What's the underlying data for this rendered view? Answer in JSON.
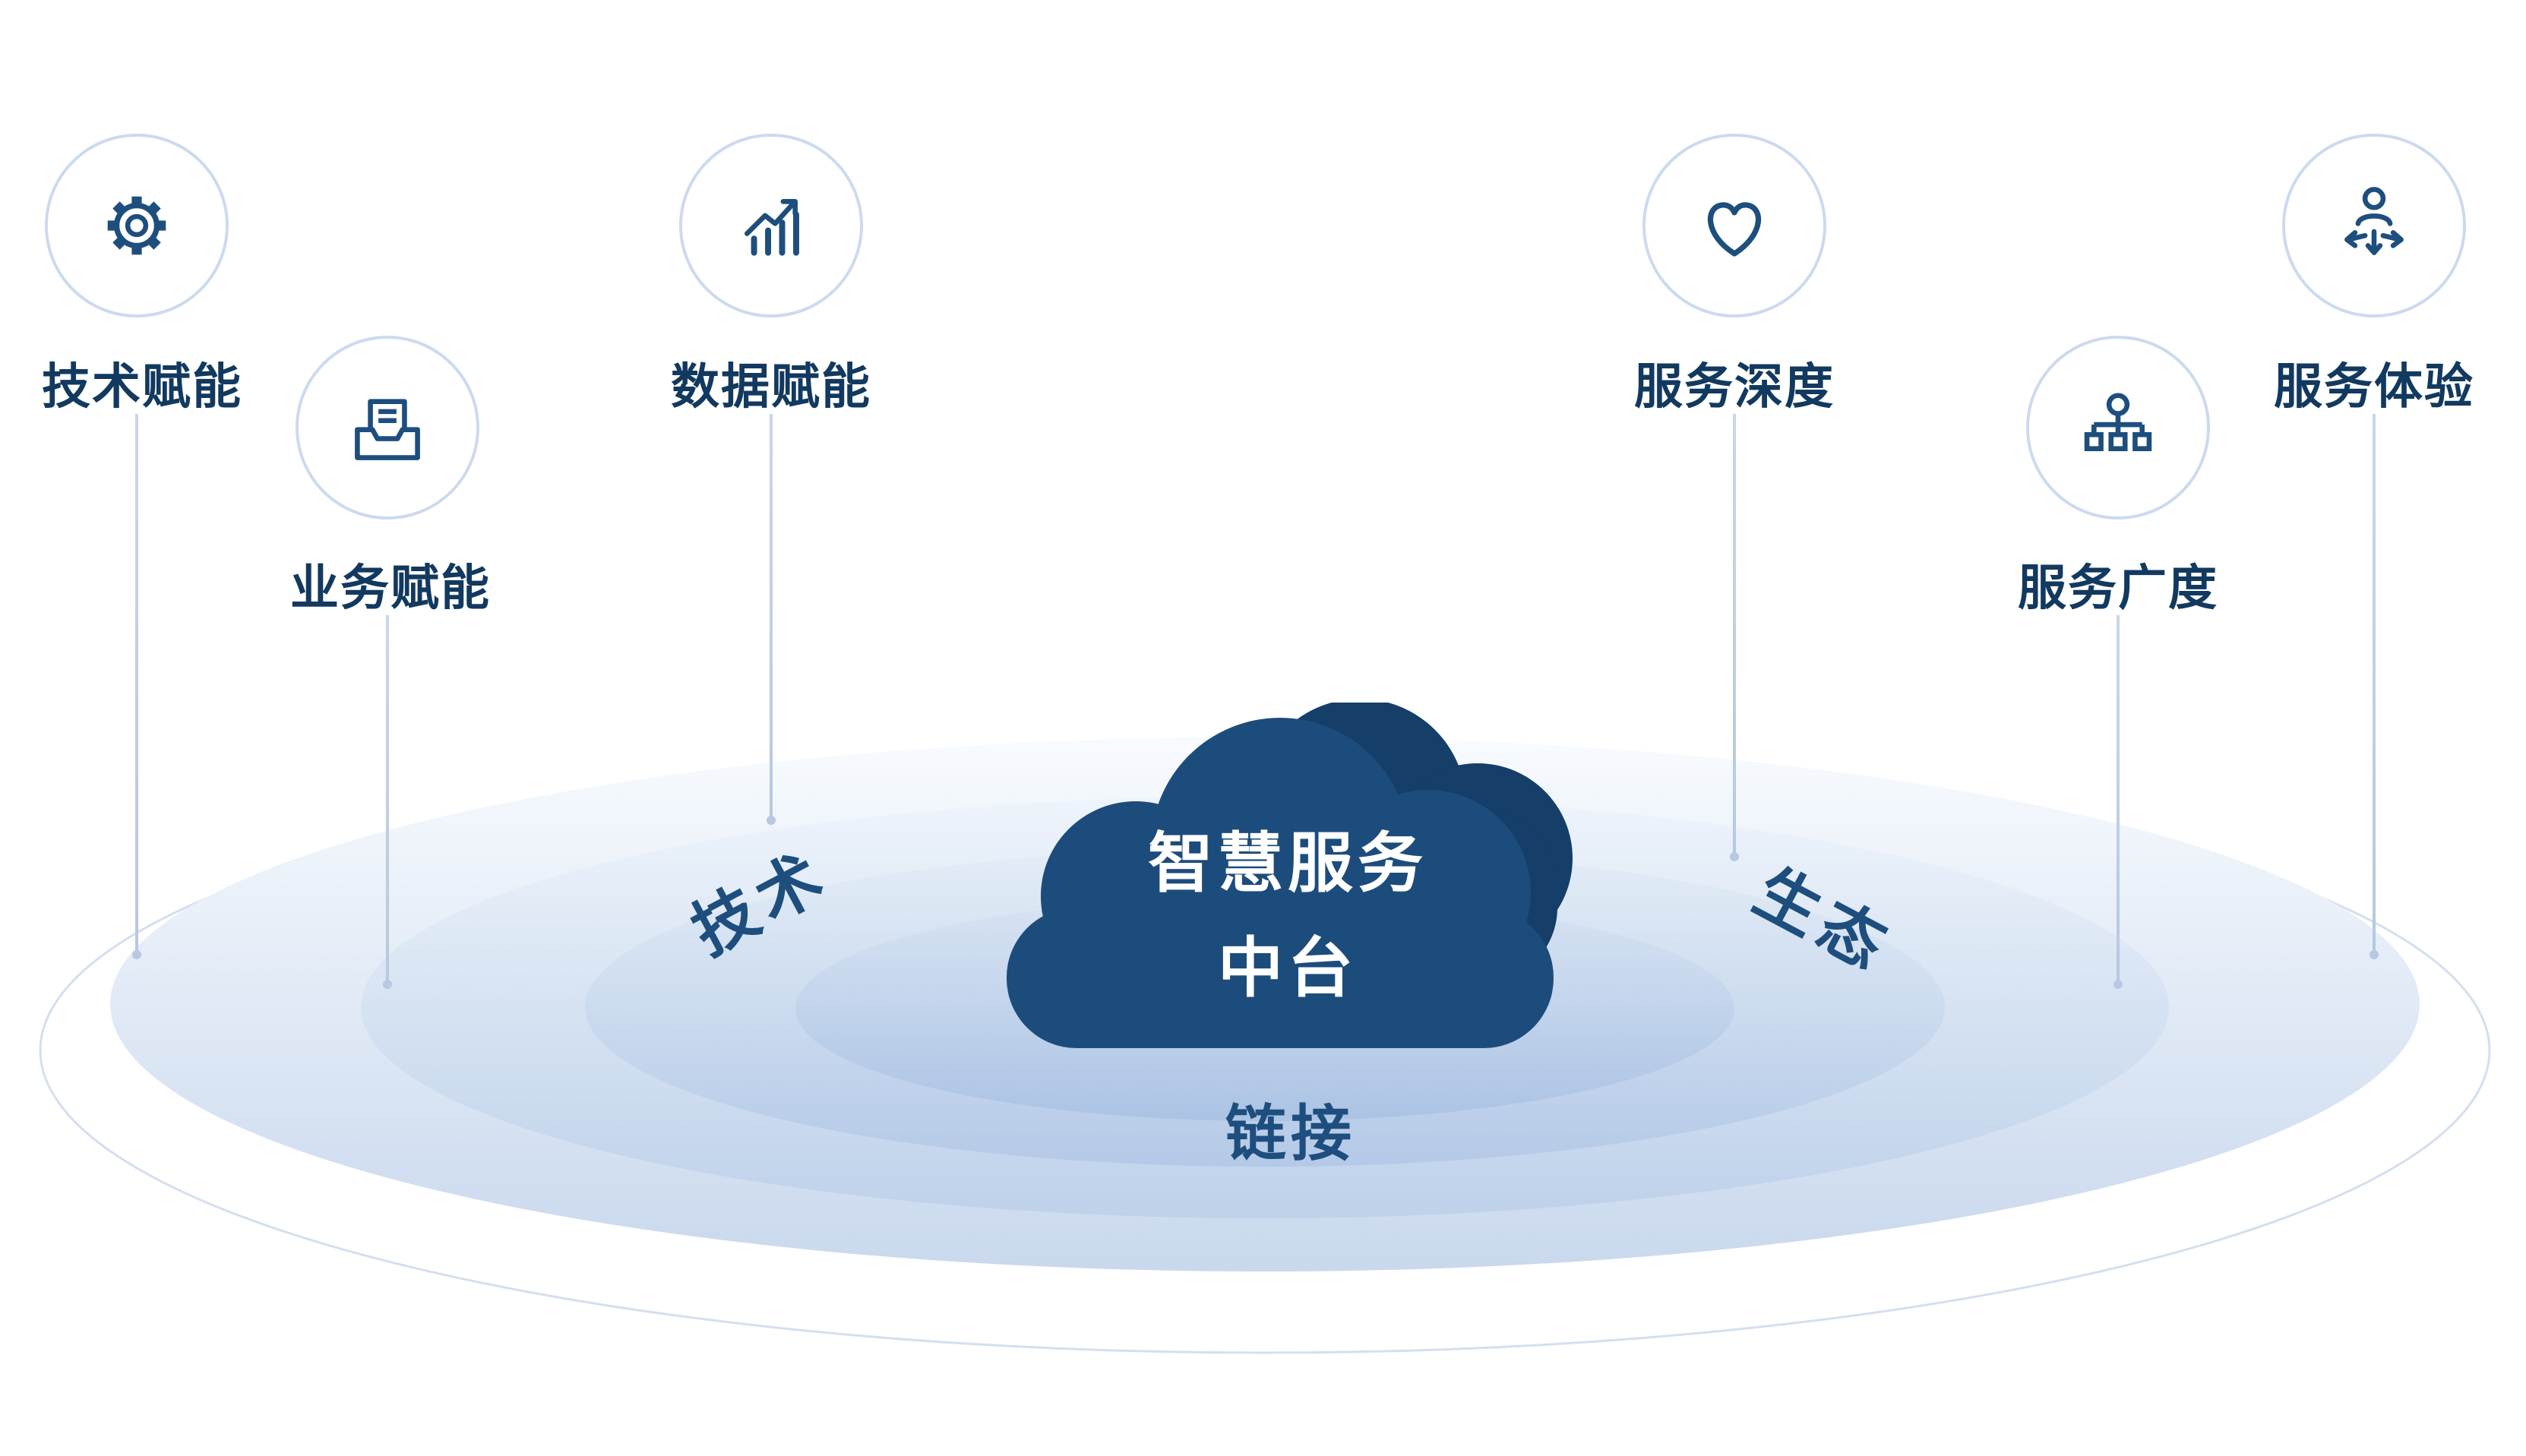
{
  "diagram": {
    "cloud": {
      "line1": "智慧服务",
      "line2": "中台"
    },
    "ring_labels": {
      "left": "技术",
      "right": "生态",
      "bottom": "链接"
    },
    "nodes": [
      {
        "label": "技术赋能",
        "icon": "gear-icon"
      },
      {
        "label": "业务赋能",
        "icon": "inbox-document-icon"
      },
      {
        "label": "数据赋能",
        "icon": "chart-trend-up-icon"
      },
      {
        "label": "服务深度",
        "icon": "heart-icon"
      },
      {
        "label": "服务广度",
        "icon": "hierarchy-icon"
      },
      {
        "label": "服务体验",
        "icon": "person-arrows-icon"
      }
    ],
    "colors": {
      "primary": "#1d4e7e",
      "label_text": "#12395f",
      "cloud_front": "#1c4c7c",
      "cloud_back": "#153e68",
      "circle_stroke": "#ccdaee",
      "connector": "#c9d6ea",
      "ring_light": "#f7fafd",
      "ring_deep": "#abc3e4"
    }
  }
}
